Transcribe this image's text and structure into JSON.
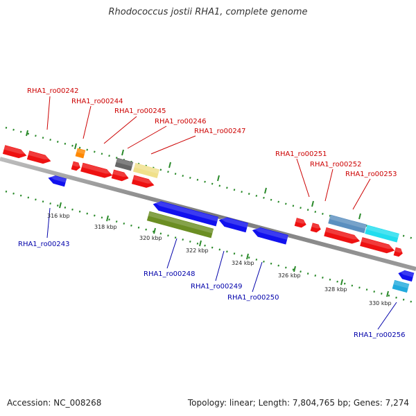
{
  "title": "Rhodococcus jostii RHA1, complete genome",
  "footer": {
    "accession": "Accession: NC_008268",
    "summary": "Topology: linear; Length: 7,804,765 bp; Genes: 7,274"
  },
  "colors": {
    "forward_label": "#cc0000",
    "reverse_label": "#0000aa",
    "backbone": "#888888",
    "tick": "#2a8a2a"
  },
  "ticks": [
    "316 kbp",
    "318 kbp",
    "320 kbp",
    "322 kbp",
    "324 kbp",
    "326 kbp",
    "328 kbp",
    "330 kbp"
  ],
  "genes": [
    {
      "id": "RHA1_ro00242",
      "strand": "forward"
    },
    {
      "id": "RHA1_ro00243",
      "strand": "reverse"
    },
    {
      "id": "RHA1_ro00244",
      "strand": "forward"
    },
    {
      "id": "RHA1_ro00245",
      "strand": "forward"
    },
    {
      "id": "RHA1_ro00246",
      "strand": "forward"
    },
    {
      "id": "RHA1_ro00247",
      "strand": "forward"
    },
    {
      "id": "RHA1_ro00248",
      "strand": "reverse"
    },
    {
      "id": "RHA1_ro00249",
      "strand": "reverse"
    },
    {
      "id": "RHA1_ro00250",
      "strand": "reverse"
    },
    {
      "id": "RHA1_ro00251",
      "strand": "forward"
    },
    {
      "id": "RHA1_ro00252",
      "strand": "forward"
    },
    {
      "id": "RHA1_ro00253",
      "strand": "forward"
    },
    {
      "id": "RHA1_ro00256",
      "strand": "reverse"
    }
  ]
}
